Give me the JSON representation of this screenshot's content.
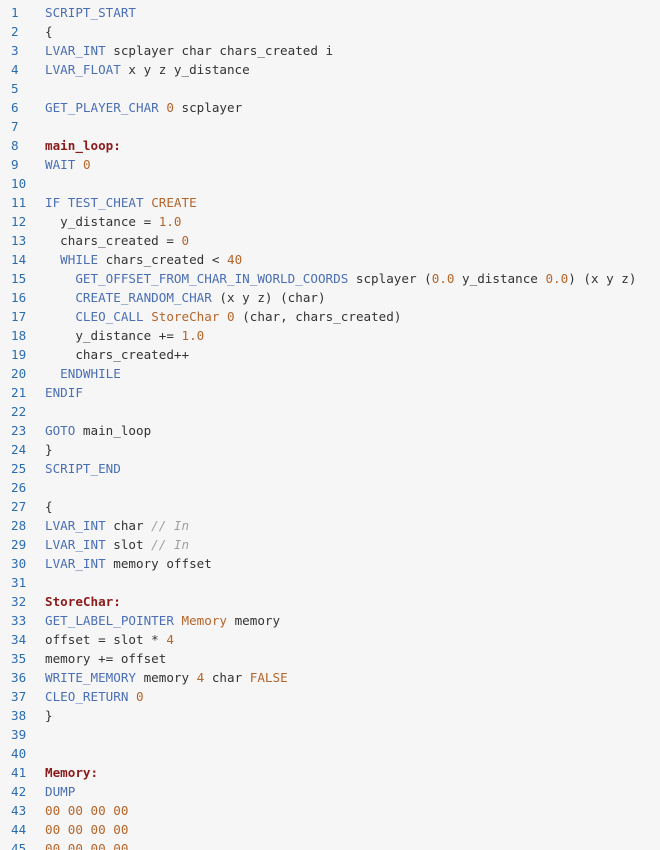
{
  "editor": {
    "lines": [
      {
        "n": "1",
        "tokens": [
          {
            "t": "SCRIPT_START",
            "k": "keyword"
          }
        ]
      },
      {
        "n": "2",
        "tokens": [
          {
            "t": "{",
            "k": "plain"
          }
        ]
      },
      {
        "n": "3",
        "tokens": [
          {
            "t": "LVAR_INT",
            "k": "keyword"
          },
          {
            "t": " scplayer char chars_created i",
            "k": "plain"
          }
        ]
      },
      {
        "n": "4",
        "tokens": [
          {
            "t": "LVAR_FLOAT",
            "k": "keyword"
          },
          {
            "t": " x y z y_distance",
            "k": "plain"
          }
        ]
      },
      {
        "n": "5",
        "tokens": []
      },
      {
        "n": "6",
        "tokens": [
          {
            "t": "GET_PLAYER_CHAR",
            "k": "keyword"
          },
          {
            "t": " ",
            "k": "plain"
          },
          {
            "t": "0",
            "k": "number"
          },
          {
            "t": " scplayer",
            "k": "plain"
          }
        ]
      },
      {
        "n": "7",
        "tokens": []
      },
      {
        "n": "8",
        "tokens": [
          {
            "t": "main_loop:",
            "k": "label"
          }
        ]
      },
      {
        "n": "9",
        "tokens": [
          {
            "t": "WAIT",
            "k": "keyword"
          },
          {
            "t": " ",
            "k": "plain"
          },
          {
            "t": "0",
            "k": "number"
          }
        ]
      },
      {
        "n": "10",
        "tokens": []
      },
      {
        "n": "11",
        "tokens": [
          {
            "t": "IF",
            "k": "keyword"
          },
          {
            "t": " ",
            "k": "plain"
          },
          {
            "t": "TEST_CHEAT",
            "k": "keyword"
          },
          {
            "t": " ",
            "k": "plain"
          },
          {
            "t": "CREATE",
            "k": "number"
          }
        ]
      },
      {
        "n": "12",
        "tokens": [
          {
            "t": "  y_distance = ",
            "k": "plain"
          },
          {
            "t": "1.0",
            "k": "number"
          }
        ]
      },
      {
        "n": "13",
        "tokens": [
          {
            "t": "  chars_created = ",
            "k": "plain"
          },
          {
            "t": "0",
            "k": "number"
          }
        ]
      },
      {
        "n": "14",
        "tokens": [
          {
            "t": "  ",
            "k": "plain"
          },
          {
            "t": "WHILE",
            "k": "keyword"
          },
          {
            "t": " chars_created < ",
            "k": "plain"
          },
          {
            "t": "40",
            "k": "number"
          }
        ]
      },
      {
        "n": "15",
        "tokens": [
          {
            "t": "    ",
            "k": "plain"
          },
          {
            "t": "GET_OFFSET_FROM_CHAR_IN_WORLD_COORDS",
            "k": "keyword"
          },
          {
            "t": " scplayer (",
            "k": "plain"
          },
          {
            "t": "0.0",
            "k": "number"
          },
          {
            "t": " y_distance ",
            "k": "plain"
          },
          {
            "t": "0.0",
            "k": "number"
          },
          {
            "t": ") (x y z)",
            "k": "plain"
          }
        ]
      },
      {
        "n": "16",
        "tokens": [
          {
            "t": "    ",
            "k": "plain"
          },
          {
            "t": "CREATE_RANDOM_CHAR",
            "k": "keyword"
          },
          {
            "t": " (x y z) (char)",
            "k": "plain"
          }
        ]
      },
      {
        "n": "17",
        "tokens": [
          {
            "t": "    ",
            "k": "plain"
          },
          {
            "t": "CLEO_CALL",
            "k": "keyword"
          },
          {
            "t": " ",
            "k": "plain"
          },
          {
            "t": "StoreChar",
            "k": "number"
          },
          {
            "t": " ",
            "k": "plain"
          },
          {
            "t": "0",
            "k": "number"
          },
          {
            "t": " (char, chars_created)",
            "k": "plain"
          }
        ]
      },
      {
        "n": "18",
        "tokens": [
          {
            "t": "    y_distance += ",
            "k": "plain"
          },
          {
            "t": "1.0",
            "k": "number"
          }
        ]
      },
      {
        "n": "19",
        "tokens": [
          {
            "t": "    chars_created++",
            "k": "plain"
          }
        ]
      },
      {
        "n": "20",
        "tokens": [
          {
            "t": "  ",
            "k": "plain"
          },
          {
            "t": "ENDWHILE",
            "k": "keyword"
          }
        ]
      },
      {
        "n": "21",
        "tokens": [
          {
            "t": "ENDIF",
            "k": "keyword"
          }
        ]
      },
      {
        "n": "22",
        "tokens": []
      },
      {
        "n": "23",
        "tokens": [
          {
            "t": "GOTO",
            "k": "keyword"
          },
          {
            "t": " main_loop",
            "k": "plain"
          }
        ]
      },
      {
        "n": "24",
        "tokens": [
          {
            "t": "}",
            "k": "plain"
          }
        ]
      },
      {
        "n": "25",
        "tokens": [
          {
            "t": "SCRIPT_END",
            "k": "keyword"
          }
        ]
      },
      {
        "n": "26",
        "tokens": []
      },
      {
        "n": "27",
        "tokens": [
          {
            "t": "{",
            "k": "plain"
          }
        ]
      },
      {
        "n": "28",
        "tokens": [
          {
            "t": "LVAR_INT",
            "k": "keyword"
          },
          {
            "t": " char ",
            "k": "plain"
          },
          {
            "t": "// In",
            "k": "comment"
          }
        ]
      },
      {
        "n": "29",
        "tokens": [
          {
            "t": "LVAR_INT",
            "k": "keyword"
          },
          {
            "t": " slot ",
            "k": "plain"
          },
          {
            "t": "// In",
            "k": "comment"
          }
        ]
      },
      {
        "n": "30",
        "tokens": [
          {
            "t": "LVAR_INT",
            "k": "keyword"
          },
          {
            "t": " memory offset",
            "k": "plain"
          }
        ]
      },
      {
        "n": "31",
        "tokens": []
      },
      {
        "n": "32",
        "tokens": [
          {
            "t": "StoreChar:",
            "k": "label"
          }
        ]
      },
      {
        "n": "33",
        "tokens": [
          {
            "t": "GET_LABEL_POINTER",
            "k": "keyword"
          },
          {
            "t": " ",
            "k": "plain"
          },
          {
            "t": "Memory",
            "k": "number"
          },
          {
            "t": " memory",
            "k": "plain"
          }
        ]
      },
      {
        "n": "34",
        "tokens": [
          {
            "t": "offset = slot * ",
            "k": "plain"
          },
          {
            "t": "4",
            "k": "number"
          }
        ]
      },
      {
        "n": "35",
        "tokens": [
          {
            "t": "memory += offset",
            "k": "plain"
          }
        ]
      },
      {
        "n": "36",
        "tokens": [
          {
            "t": "WRITE_MEMORY",
            "k": "keyword"
          },
          {
            "t": " memory ",
            "k": "plain"
          },
          {
            "t": "4",
            "k": "number"
          },
          {
            "t": " char ",
            "k": "plain"
          },
          {
            "t": "FALSE",
            "k": "number"
          }
        ]
      },
      {
        "n": "37",
        "tokens": [
          {
            "t": "CLEO_RETURN",
            "k": "keyword"
          },
          {
            "t": " ",
            "k": "plain"
          },
          {
            "t": "0",
            "k": "number"
          }
        ]
      },
      {
        "n": "38",
        "tokens": [
          {
            "t": "}",
            "k": "plain"
          }
        ]
      },
      {
        "n": "39",
        "tokens": []
      },
      {
        "n": "40",
        "tokens": []
      },
      {
        "n": "41",
        "tokens": [
          {
            "t": "Memory:",
            "k": "label"
          }
        ]
      },
      {
        "n": "42",
        "tokens": [
          {
            "t": "DUMP",
            "k": "keyword"
          }
        ]
      },
      {
        "n": "43",
        "tokens": [
          {
            "t": "00 00 00 00",
            "k": "number"
          }
        ]
      },
      {
        "n": "44",
        "tokens": [
          {
            "t": "00 00 00 00",
            "k": "number"
          }
        ]
      },
      {
        "n": "45",
        "tokens": [
          {
            "t": "00 00 00 00",
            "k": "number"
          }
        ]
      }
    ]
  }
}
